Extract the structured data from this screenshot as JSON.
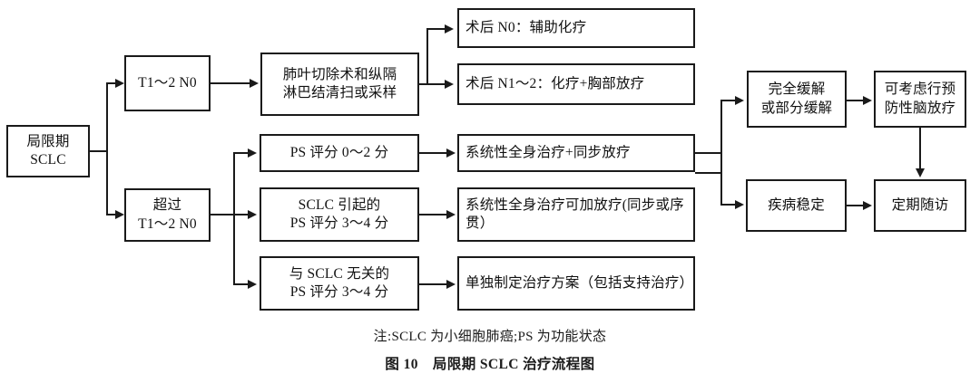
{
  "figure": {
    "note": "注:SCLC 为小细胞肺癌;PS 为功能状态",
    "caption_label": "图 10",
    "caption_title": "局限期 SCLC 治疗流程图"
  },
  "nodes": {
    "start": {
      "line1": "局限期",
      "line2": "SCLC"
    },
    "stage_t12n0": {
      "line1": "T1～2 N0"
    },
    "stage_beyond": {
      "line1": "超过",
      "line2": "T1～2 N0"
    },
    "surgery": {
      "line1": "肺叶切除术和纵隔",
      "line2": "淋巴结清扫或采样"
    },
    "post_n0": {
      "line1": "术后 N0：辅助化疗"
    },
    "post_n12": {
      "line1": "术后 N1～2：化疗+胸部放疗"
    },
    "ps02": {
      "line1": "PS 评分 0～2 分"
    },
    "ps34_sclc": {
      "line1": "SCLC 引起的",
      "line2": "PS 评分 3～4 分"
    },
    "ps34_nonsclc": {
      "line1": "与 SCLC 无关的",
      "line2": "PS 评分 3～4 分"
    },
    "tx_concurrent": {
      "line1": "系统性全身治疗+同步放疗"
    },
    "tx_add_rt": {
      "line1": "系统性全身治疗可加放疗(同步或序贯）"
    },
    "tx_individual": {
      "line1": "单独制定治疗方案（包括支持治疗）"
    },
    "response_cr_pr": {
      "line1": "完全缓解",
      "line2": "或部分缓解"
    },
    "response_sd": {
      "line1": "疾病稳定"
    },
    "pci": {
      "line1": "可考虑行预",
      "line2": "防性脑放疗"
    },
    "followup": {
      "line1": "定期随访"
    }
  },
  "colors": {
    "stroke": "#1a1a1a",
    "text": "#111111",
    "background": "#ffffff"
  }
}
